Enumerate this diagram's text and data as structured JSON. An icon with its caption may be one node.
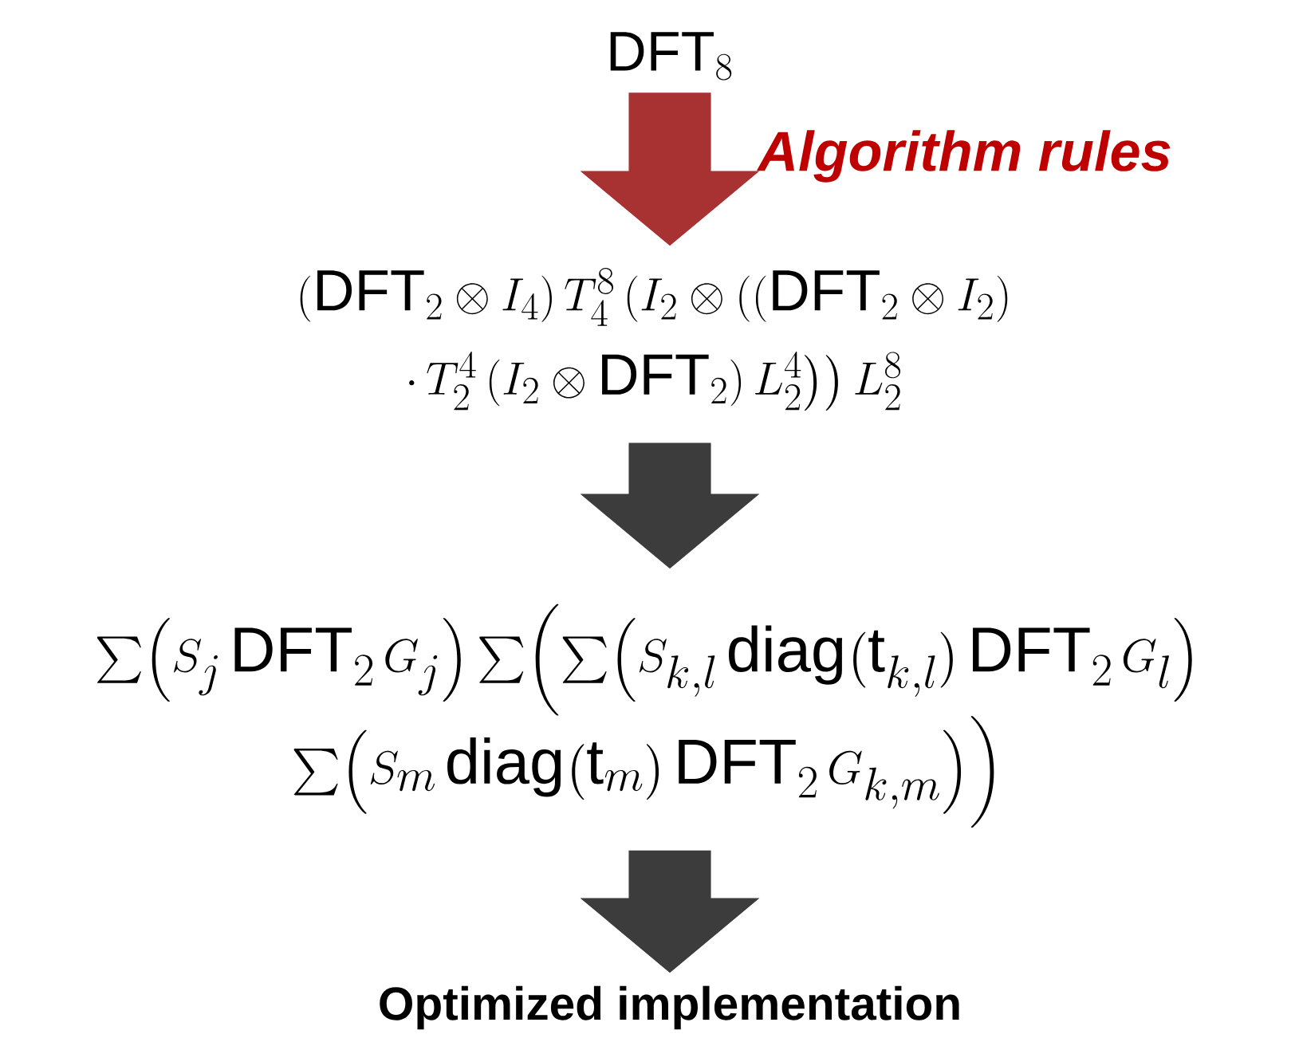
{
  "diagram": {
    "nodes": [
      {
        "text": [
          "\\mathsf{DFT}_8"
        ]
      },
      {
        "text": [
          "(\\mathsf{DFT}_2\\otimes I_4)\\, T^8_4\\, (I_2\\otimes((\\mathsf{DFT}_2\\otimes I_2)",
          "\\cdot\\, T^4_2\\,(I_2\\otimes\\mathsf{DFT}_2)\\,L^4_2\\bigr)\\bigr)\\,L^8_2"
        ]
      },
      {
        "text": [
          "\\sum\\Bigl(S_j\\,\\mathsf{DFT}_2\\,G_j\\Bigr)\\sum\\biggl(\\sum\\Bigl(S_{k,l}\\,\\mathsf{diag}\\bigl(\\mathsf{t}_{k,l}\\bigr)\\,\\mathsf{DFT}_2\\,G_l\\Bigr)",
          "\\sum\\Bigl(S_m\\,\\mathsf{diag}\\bigl(\\mathsf{t}_m\\bigr)\\,\\mathsf{DFT}_2\\,G_{k,m}\\Bigr)\\biggr)"
        ]
      },
      {
        "text": [
          "Optimized implementation"
        ]
      }
    ],
    "edges": [
      {
        "from": 0,
        "to": 1,
        "arrow": "to",
        "label": "Algorithm rules",
        "color": "#a83232"
      },
      {
        "from": 1,
        "to": 2,
        "arrow": "to"
      },
      {
        "from": 2,
        "to": 3,
        "arrow": "to"
      }
    ]
  }
}
